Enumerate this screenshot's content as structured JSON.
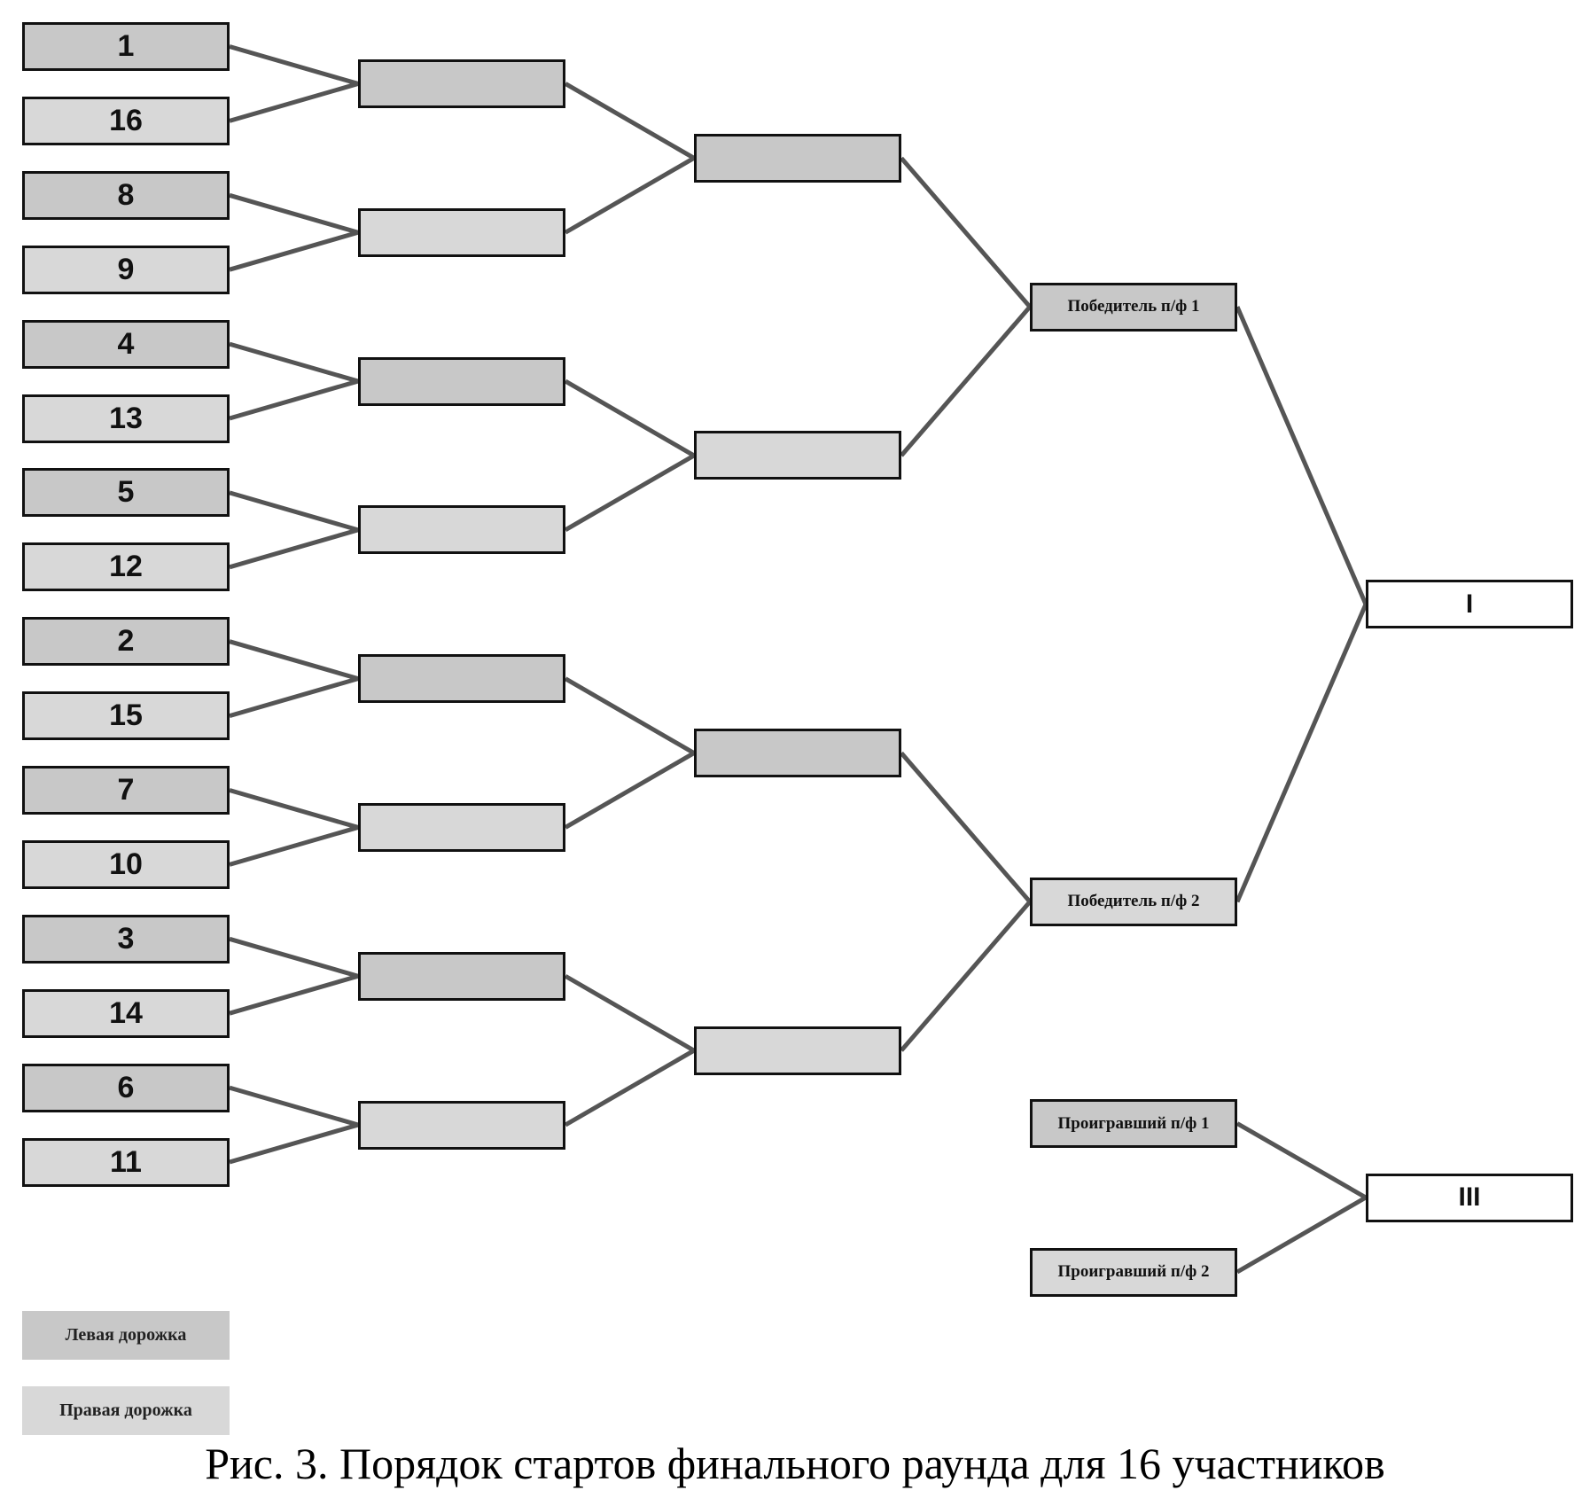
{
  "round1_seeds": [
    "1",
    "16",
    "8",
    "9",
    "4",
    "13",
    "5",
    "12",
    "2",
    "15",
    "7",
    "10",
    "3",
    "14",
    "6",
    "11"
  ],
  "semifinal_labels": [
    "Победитель п/ф 1",
    "Победитель п/ф 2"
  ],
  "loser_labels": [
    "Проигравший п/ф 1",
    "Проигравший п/ф 2"
  ],
  "final_label": "I",
  "third_place_label": "III",
  "legend": {
    "left_lane": "Левая дорожка",
    "right_lane": "Правая дорожка"
  },
  "colors": {
    "left_lane": "#c8c8c8",
    "right_lane": "#d8d8d8",
    "connector": "#555555"
  },
  "caption": "Рис. 3. Порядок стартов финального раунда для 16 участников"
}
